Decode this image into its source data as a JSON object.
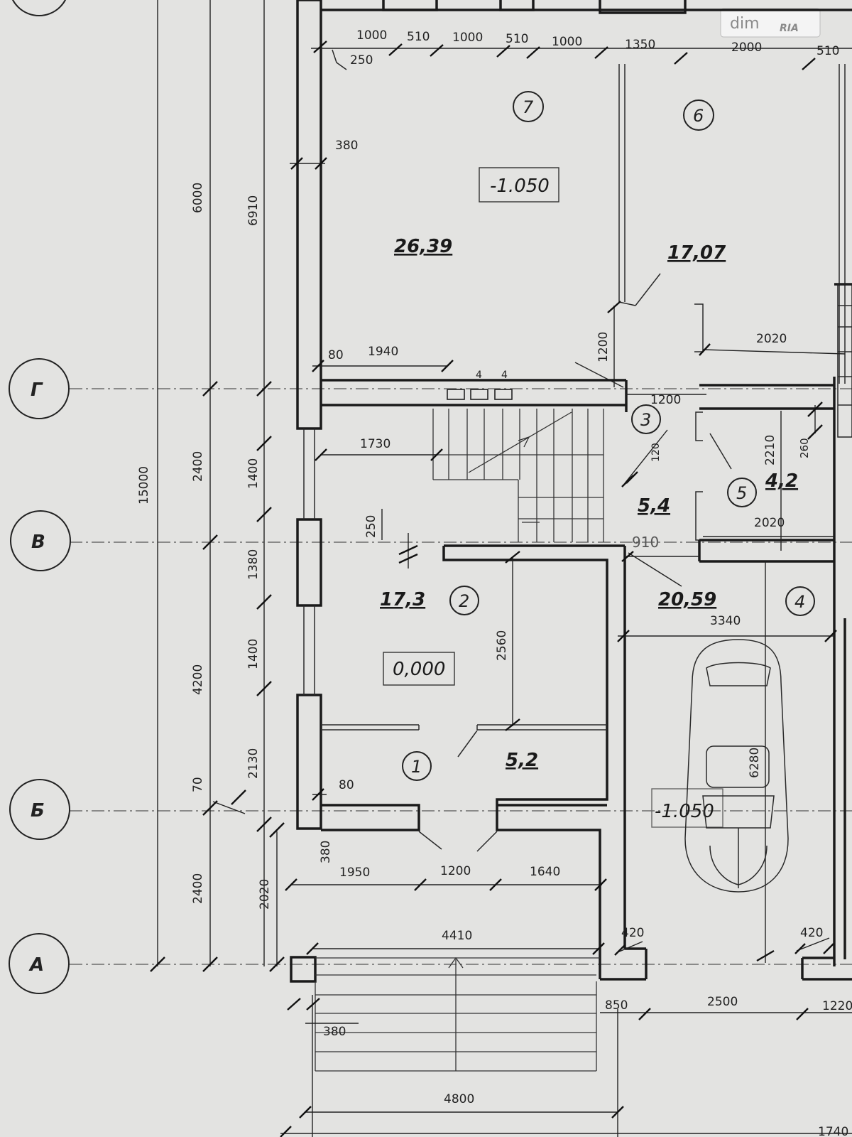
{
  "watermark": {
    "text": "dim",
    "sub": "RIA"
  },
  "axes": {
    "g": "Г",
    "v": "В",
    "b": "Б",
    "a": "А"
  },
  "rooms": {
    "r1": {
      "num": "1",
      "area": "5,2"
    },
    "r2": {
      "num": "2",
      "area": "17,3"
    },
    "r3": {
      "num": "3",
      "area": "5,4"
    },
    "r4": {
      "num": "4",
      "area": "20,59"
    },
    "r5": {
      "num": "5",
      "area": "4,2"
    },
    "r6": {
      "num": "6",
      "area": "17,07"
    },
    "r7": {
      "num": "7",
      "area": "26,39"
    }
  },
  "levels": {
    "upper": "-1.050",
    "entry": "0,000",
    "garage": "-1.050"
  },
  "dims": {
    "top_1000a": "1000",
    "top_510a": "510",
    "top_1000b": "1000",
    "top_510b": "510",
    "top_1000c": "1000",
    "top_1350": "1350",
    "top_2000": "2000",
    "top_510c": "510",
    "d250_top": "250",
    "d380_upper": "380",
    "d80_g": "80",
    "d1940": "1940",
    "d4a": "4",
    "d4b": "4",
    "d1200_vert": "1200",
    "d1200_g": "1200",
    "d2020_upper": "2020",
    "d1730": "1730",
    "d120": "120",
    "d2210": "2210",
    "d260": "260",
    "d250_v": "250",
    "d910": "910",
    "d2020_lower": "2020",
    "d3340": "3340",
    "d2560": "2560",
    "d6280": "6280",
    "d80_b": "80",
    "d380_b": "380",
    "d1950": "1950",
    "d1200_b": "1200",
    "d1640": "1640",
    "d4410": "4410",
    "d420a": "420",
    "d420b": "420",
    "d850": "850",
    "d2500": "2500",
    "d1220": "1220",
    "d380_steps": "380",
    "d4800": "4800",
    "d1740": "1740",
    "left_15000": "15000",
    "left_6000": "6000",
    "left_2400a": "2400",
    "left_4200": "4200",
    "left_2400b": "2400",
    "left_6910": "6910",
    "left_1400a": "1400",
    "left_1380": "1380",
    "left_1400b": "1400",
    "left_2130": "2130",
    "left_70": "70",
    "left_2020": "2020"
  }
}
